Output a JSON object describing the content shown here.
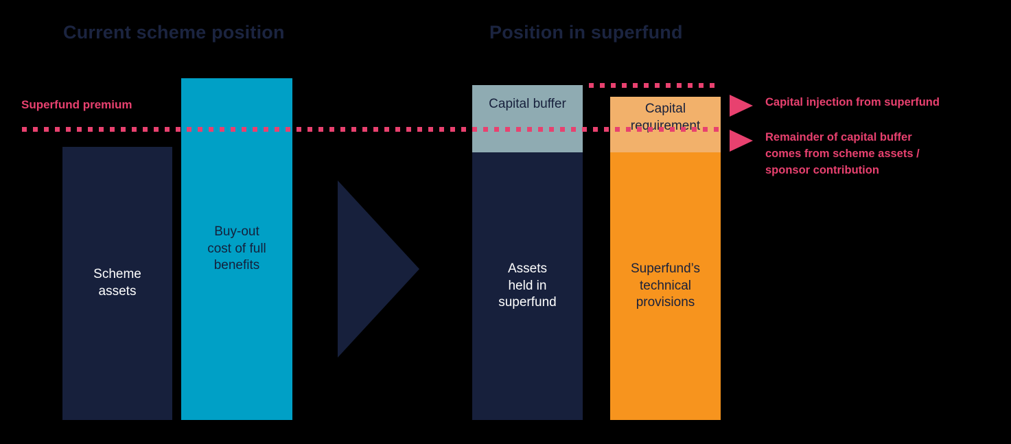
{
  "diagram": {
    "title_left": "Current scheme position",
    "title_right": "Position in superfund",
    "premium_label": "Superfund premium",
    "colors": {
      "navy": "#17203C",
      "cyan": "#00A0C6",
      "grey_teal": "#8FABB2",
      "light_orange": "#F2B16B",
      "orange": "#F7941E",
      "pink": "#E8416F",
      "background": "#000000"
    },
    "bars": [
      {
        "id": "scheme-assets",
        "label": "Scheme\nassets",
        "color": "#17203C",
        "group": "current-scheme-position"
      },
      {
        "id": "buyout-cost",
        "label": "Buy-out\ncost of full\nbenefits",
        "color": "#00A0C6",
        "group": "current-scheme-position"
      },
      {
        "id": "assets-held-in-superfund",
        "label": "Assets\nheld in\nsuperfund",
        "color": "#17203C",
        "group": "position-in-superfund"
      },
      {
        "id": "capital-buffer",
        "label": "Capital buffer",
        "color": "#8FABB2",
        "group": "position-in-superfund"
      },
      {
        "id": "superfund-technical-provisions",
        "label": "Superfund’s\ntechnical\nprovisions",
        "color": "#F7941E",
        "group": "position-in-superfund"
      },
      {
        "id": "capital-requirement",
        "label": "Capital\nrequirement",
        "color": "#F2B16B",
        "group": "position-in-superfund"
      }
    ],
    "annotations": [
      {
        "text": "Capital injection from superfund"
      },
      {
        "text": "Remainder of capital buffer\ncomes from scheme assets /\nsponsor contribution"
      }
    ]
  }
}
